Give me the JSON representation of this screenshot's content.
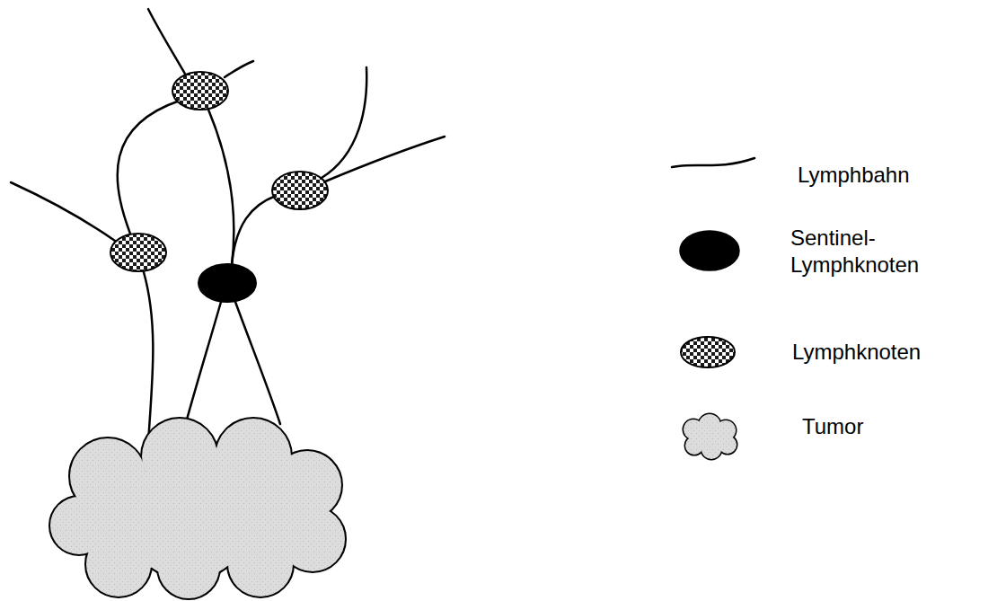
{
  "diagram": {
    "legend": [
      {
        "text": "Lymphbahn"
      },
      {
        "text": "Sentinel- Lymphknoten",
        "color": "#000000"
      },
      {
        "text": "Lymphknoten"
      },
      {
        "text": "Tumor"
      }
    ]
  }
}
